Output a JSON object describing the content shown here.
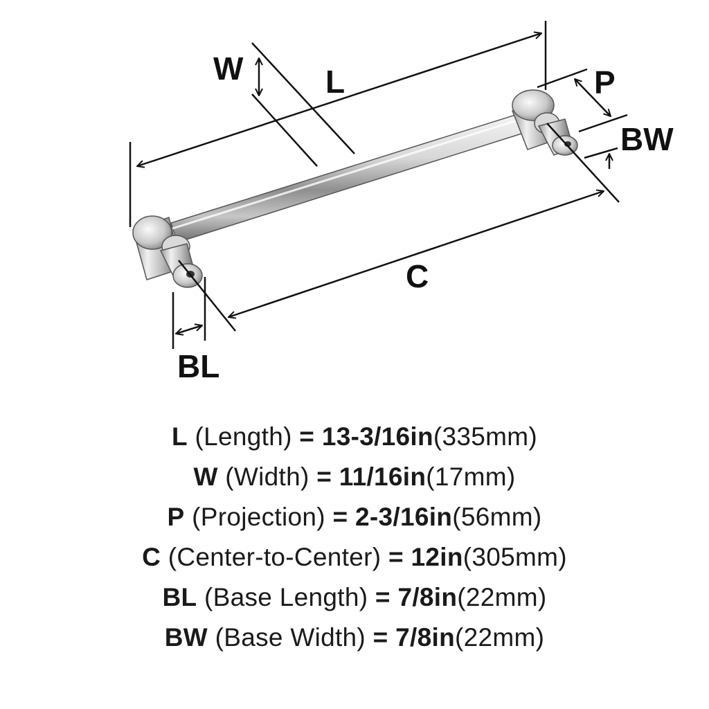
{
  "diagram": {
    "labels": {
      "W": "W",
      "L": "L",
      "P": "P",
      "BW": "BW",
      "C": "C",
      "BL": "BL"
    }
  },
  "specs": [
    {
      "key": "L",
      "desc": "(Length)",
      "eq": "=",
      "imperial": "13-3/16in",
      "metric": "(335mm)"
    },
    {
      "key": "W",
      "desc": "(Width)",
      "eq": "=",
      "imperial": "11/16in",
      "metric": "(17mm)"
    },
    {
      "key": "P",
      "desc": "(Projection)",
      "eq": "=",
      "imperial": "2-3/16in",
      "metric": "(56mm)"
    },
    {
      "key": "C",
      "desc": "(Center-to-Center)",
      "eq": "=",
      "imperial": "12in",
      "metric": "(305mm)"
    },
    {
      "key": "BL",
      "desc": "(Base Length)",
      "eq": "=",
      "imperial": "7/8in",
      "metric": "(22mm)"
    },
    {
      "key": "BW",
      "desc": "(Base Width)",
      "eq": "=",
      "imperial": "7/8in",
      "metric": "(22mm)"
    }
  ]
}
